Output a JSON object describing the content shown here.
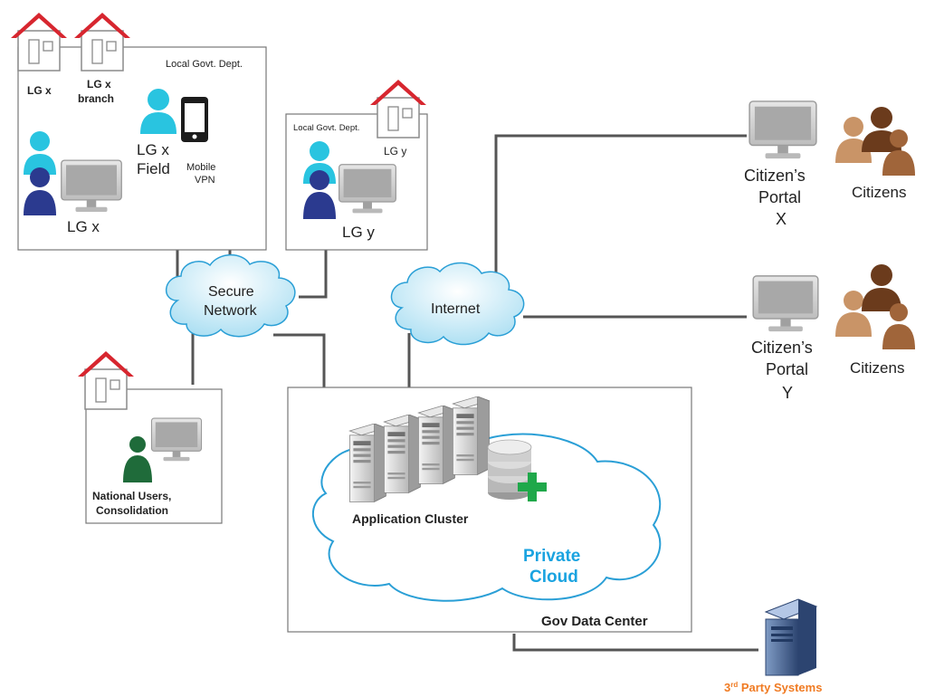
{
  "labels": {
    "local_govt_dept_1": "Local Govt. Dept.",
    "lgx_house": "LG x",
    "lgx_branch_1": "LG x",
    "lgx_branch_2": "branch",
    "lgx_field_1": "LG x",
    "lgx_field_2": "Field",
    "mobile_vpn_1": "Mobile",
    "mobile_vpn_2": "VPN",
    "lgx_user": "LG x",
    "local_govt_dept_2": "Local Govt. Dept.",
    "lgy_house": "LG y",
    "lgy_user": "LG y",
    "secure_network_1": "Secure",
    "secure_network_2": "Network",
    "internet": "Internet",
    "portal_x_1": "Citizen’s",
    "portal_x_2": "Portal",
    "portal_x_3": "X",
    "citizens_1": "Citizens",
    "portal_y_1": "Citizen’s",
    "portal_y_2": "Portal",
    "portal_y_3": "Y",
    "citizens_2": "Citizens",
    "national_1": "National Users,",
    "national_2": "Consolidation",
    "app_cluster": "Application Cluster",
    "private_cloud_1": "Private",
    "private_cloud_2": "Cloud",
    "gov_data_center": "Gov Data Center",
    "third_party_prefix": "3",
    "third_party_sup": "rd",
    "third_party_suffix": " Party Systems"
  },
  "icons": {
    "house": "house-icon",
    "user": "user-icon",
    "monitor": "monitor-icon",
    "phone": "mobile-phone-icon",
    "cloud": "cloud-icon",
    "server": "server-icon",
    "database": "database-icon",
    "plus": "plus-icon",
    "group": "citizens-group-icon"
  },
  "colors": {
    "roof": "#d7262f",
    "house_body": "#ffffff",
    "user_cyan": "#29c4e0",
    "user_navy": "#2b3a8f",
    "user_green": "#1f6b3a",
    "cloud_fill": "#d8f2fb",
    "cloud_stroke": "#2a9fd6",
    "private_cloud_text": "#1aa3e0",
    "third_party_text": "#f07b23",
    "plus": "#1fa84a",
    "citizen_dark": "#6b3b1c",
    "citizen_mid": "#a0653a",
    "citizen_light": "#c99467",
    "line": "#555555"
  }
}
